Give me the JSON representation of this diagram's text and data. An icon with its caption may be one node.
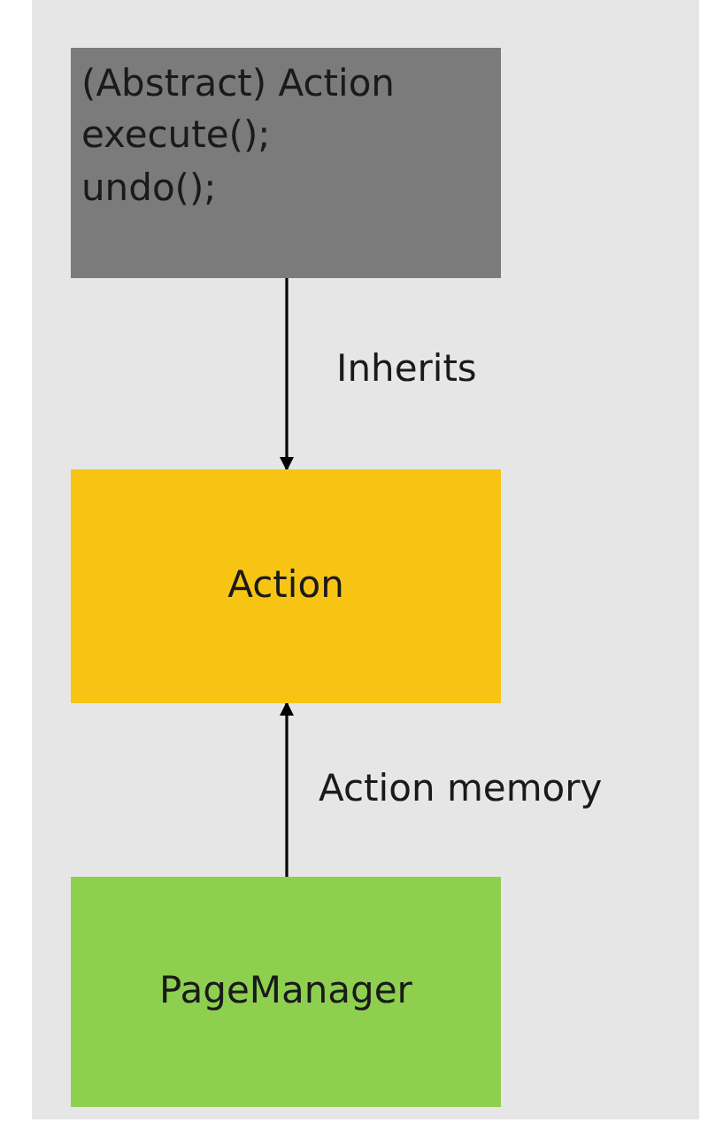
{
  "diagram": {
    "nodes": [
      {
        "text": [
          "(Abstract) Action",
          "execute();",
          "undo();"
        ]
      },
      {
        "text": [
          "Action"
        ]
      },
      {
        "text": [
          "PageManager"
        ]
      }
    ],
    "edges": [
      {
        "from": 0,
        "to": 1,
        "arrow": "to",
        "label": "Inherits"
      },
      {
        "from": 2,
        "to": 1,
        "arrow": "to",
        "label": "Action memory"
      }
    ]
  }
}
